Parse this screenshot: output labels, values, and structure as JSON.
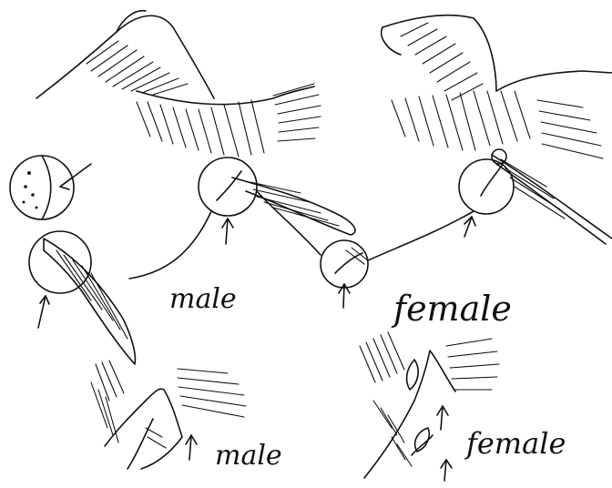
{
  "labels": {
    "male_top": "male",
    "female_top": "female",
    "male_bottom": "male",
    "female_bottom": "female"
  },
  "ink_color": "#111111"
}
